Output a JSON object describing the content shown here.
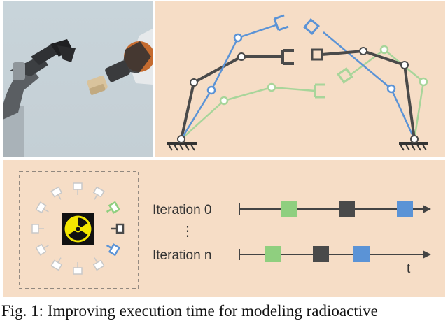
{
  "figure": {
    "labels": {
      "iteration_0": "Iteration 0",
      "ellipsis": "⋮",
      "iteration_n": "Iteration n",
      "time_axis": "t"
    },
    "caption": "Fig. 1: Improving execution time for modeling radioactive",
    "colors": {
      "blue": "#5b93d6",
      "dark": "#4a4a4a",
      "green": "#8fcf7f",
      "panel_bg": "#f6ddc6",
      "trefoil_yellow": "#f2e600"
    }
  }
}
